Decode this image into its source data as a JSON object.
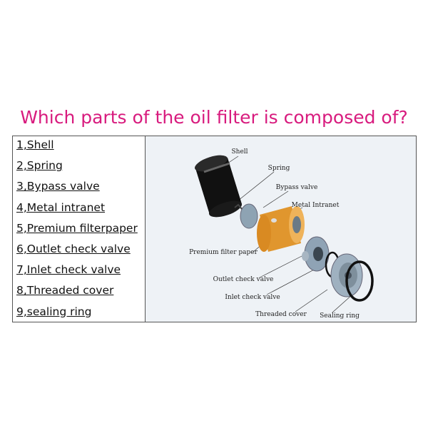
{
  "title": "Which parts of the oil filter is composed of?",
  "parts_list": [
    "1,Shell",
    "2,Spring",
    "3,Bypass valve",
    "4,Metal intranet",
    "5,Premium filterpaper",
    "6,Outlet check valve",
    "7,Inlet check valve",
    "8,Threaded cover",
    "9,sealing ring"
  ],
  "diagram_labels": {
    "shell": "Shell",
    "spring": "Spring",
    "bypass": "Bypass valve",
    "metal": "Metal Intranet",
    "paper": "Premium filter paper",
    "outlet": "Outlet check valve",
    "inlet": "Inlet check valve",
    "threaded": "Threaded cover",
    "sealing": "Sealing ring"
  },
  "colors": {
    "title": "#d81b7e",
    "panel_bg": "#eef2f6",
    "filter": "#e0962e"
  }
}
